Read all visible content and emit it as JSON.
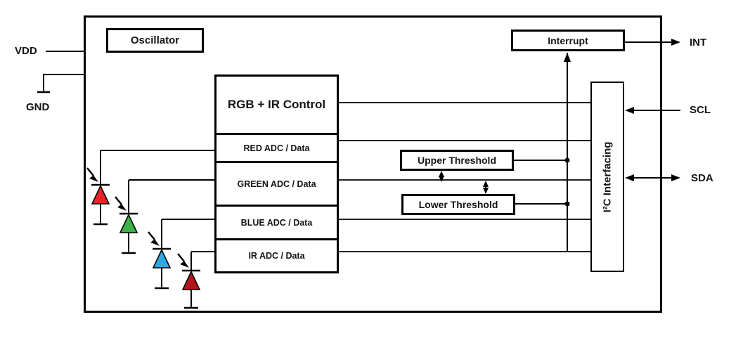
{
  "diagram": {
    "type": "functional-block-diagram",
    "subject": "RGB + IR light sensor with I2C interface"
  },
  "pins": {
    "vdd": "VDD",
    "gnd": "GND",
    "int": "INT",
    "scl": "SCL",
    "sda": "SDA"
  },
  "blocks": {
    "oscillator": "Oscillator",
    "control": "RGB + IR Control",
    "rows": [
      "RED ADC / Data",
      "GREEN ADC / Data",
      "BLUE ADC / Data",
      "IR ADC / Data"
    ],
    "interrupt": "Interrupt",
    "upper_threshold": "Upper Threshold",
    "lower_threshold": "Lower Threshold",
    "i2c": "I²C Interfacing"
  },
  "photodiodes": [
    {
      "name": "red-photodiode",
      "color": "#e8232a"
    },
    {
      "name": "green-photodiode",
      "color": "#3db347"
    },
    {
      "name": "blue-photodiode",
      "color": "#2ea8e2"
    },
    {
      "name": "ir-photodiode",
      "color": "#b2151b"
    }
  ],
  "colors": {
    "ink": "#000000",
    "background": "#ffffff"
  }
}
